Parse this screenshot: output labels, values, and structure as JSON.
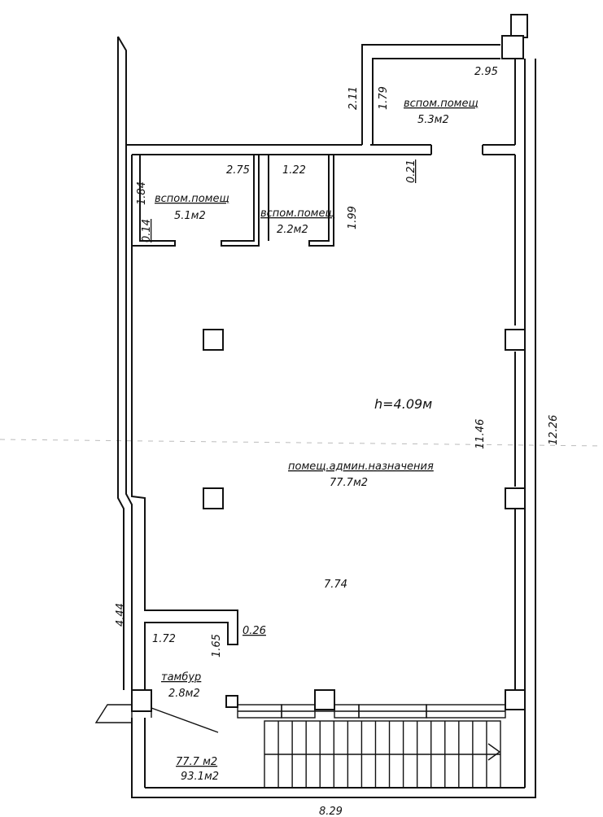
{
  "rooms": [
    {
      "name": "вспом.помещ",
      "area": "5.3м2"
    },
    {
      "name": "вспом.помещ",
      "area": "5.1м2"
    },
    {
      "name": "вспом.помещ",
      "area": "2.2м2"
    },
    {
      "name": "помещ.админ.назначения",
      "area": "77.7м2"
    },
    {
      "name": "тамбур",
      "area": "2.8м2"
    }
  ],
  "ceiling_height": "h=4.09м",
  "totals": {
    "area_main": "77.7 м2",
    "area_total": "93.1м2"
  },
  "dimensions": {
    "d295": "2.95",
    "d211": "2.11",
    "d179": "1.79",
    "d275": "2.75",
    "d122": "1.22",
    "d021": "0.21",
    "d184": "1.84",
    "d014": "0.14",
    "d199": "1.99",
    "d1146": "11.46",
    "d1226": "12.26",
    "d774": "7.74",
    "d444": "4.44",
    "d172": "1.72",
    "d165": "1.65",
    "d026": "0.26",
    "d829": "8.29"
  }
}
